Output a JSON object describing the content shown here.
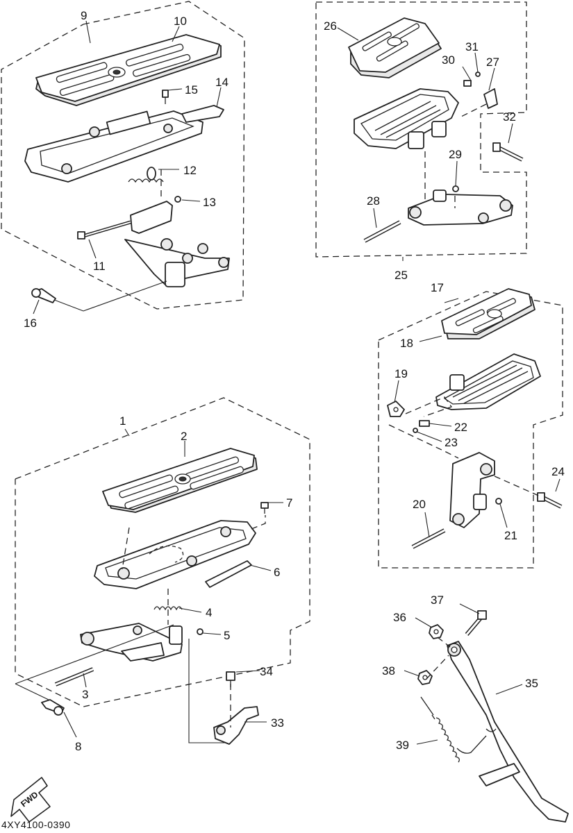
{
  "diagram": {
    "drawing_code": "4XY4100-0390",
    "direction_label": "FWD",
    "callouts": {
      "c1": "1",
      "c2": "2",
      "c3": "3",
      "c4": "4",
      "c5": "5",
      "c6": "6",
      "c7": "7",
      "c8": "8",
      "c9": "9",
      "c10": "10",
      "c11": "11",
      "c12": "12",
      "c13": "13",
      "c14": "14",
      "c15": "15",
      "c16": "16",
      "c17": "17",
      "c18": "18",
      "c19": "19",
      "c20": "20",
      "c21": "21",
      "c22": "22",
      "c23": "23",
      "c24": "24",
      "c25": "25",
      "c26": "26",
      "c27": "27",
      "c28": "28",
      "c29": "29",
      "c30": "30",
      "c31": "31",
      "c32": "32",
      "c33": "33",
      "c34": "34",
      "c35": "35",
      "c36": "36",
      "c37": "37",
      "c38": "38",
      "c39": "39"
    }
  }
}
